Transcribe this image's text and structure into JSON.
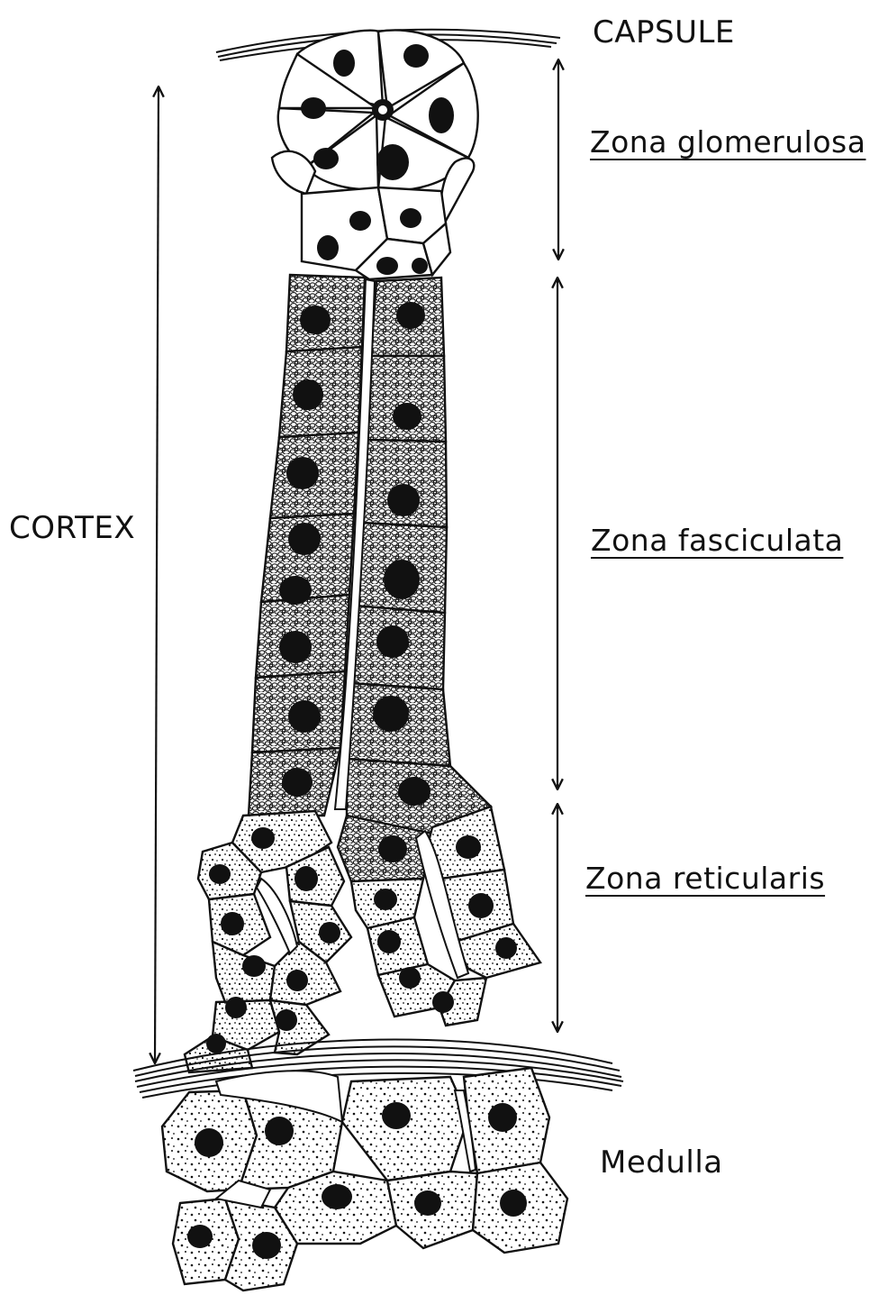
{
  "labels": {
    "capsule": "CAPSULE",
    "zona_glomerulosa": "Zona glomerulosa",
    "cortex": "CORTEX",
    "zona_fasciculata": "Zona fasciculata",
    "zona_reticularis": "Zona reticularis",
    "medulla": "Medulla"
  },
  "colors": {
    "ink": "#111111",
    "paper": "#ffffff"
  }
}
